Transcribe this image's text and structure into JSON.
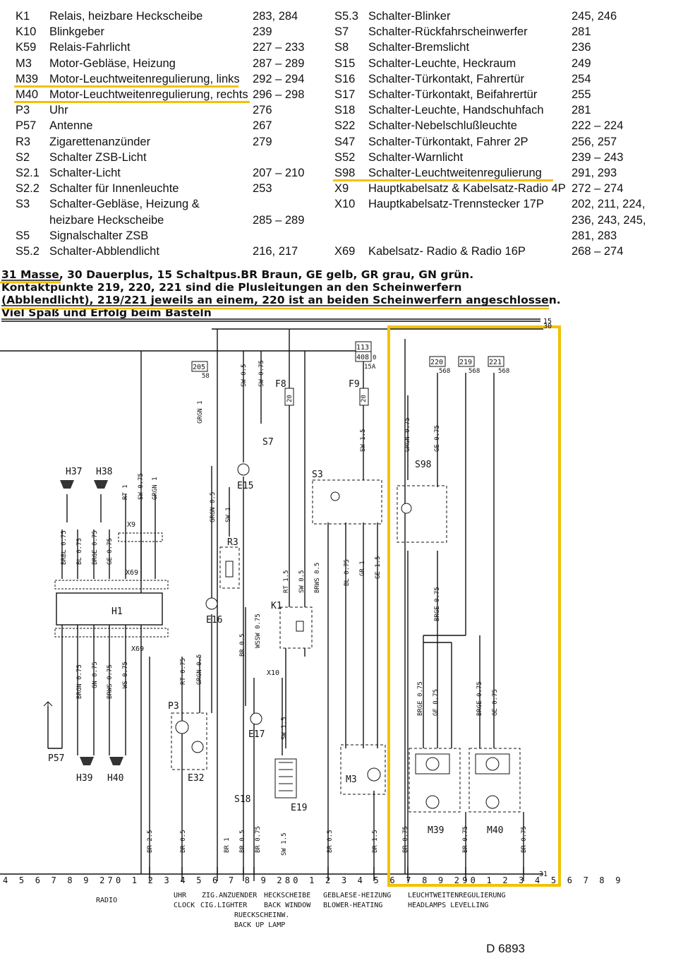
{
  "legend_left": [
    {
      "code": "K1",
      "name": "Relais, heizbare Heckscheibe",
      "value": "283, 284"
    },
    {
      "code": "K10",
      "name": "Blinkgeber",
      "value": "239"
    },
    {
      "code": "K59",
      "name": "Relais-Fahrlicht",
      "value": "227 – 233"
    },
    {
      "code": "M3",
      "name": "Motor-Gebläse, Heizung",
      "value": "287 – 289"
    },
    {
      "code": "M39",
      "name": "Motor-Leuchtweitenregulierung, links",
      "value": "292 – 294"
    },
    {
      "code": "M40",
      "name": "Motor-Leuchtweitenregulierung, rechts",
      "value": "296 – 298"
    },
    {
      "code": "P3",
      "name": "Uhr",
      "value": "276"
    },
    {
      "code": "P57",
      "name": "Antenne",
      "value": "267"
    },
    {
      "code": "R3",
      "name": "Zigarettenanzünder",
      "value": "279"
    },
    {
      "code": "S2",
      "name": "Schalter ZSB-Licht",
      "value": ""
    },
    {
      "code": "S2.1",
      "name": "Schalter-Licht",
      "value": "207 – 210"
    },
    {
      "code": "S2.2",
      "name": "Schalter für Innenleuchte",
      "value": "253"
    },
    {
      "code": "S3",
      "name": "Schalter-Gebläse, Heizung &",
      "value": ""
    },
    {
      "code": "",
      "name": "heizbare Heckscheibe",
      "value": "285 – 289"
    },
    {
      "code": "S5",
      "name": "Signalschalter ZSB",
      "value": ""
    },
    {
      "code": "S5.2",
      "name": "Schalter-Abblendlicht",
      "value": "216, 217"
    }
  ],
  "legend_right": [
    {
      "code": "S5.3",
      "name": "Schalter-Blinker",
      "value": "245, 246"
    },
    {
      "code": "S7",
      "name": "Schalter-Rückfahrscheinwerfer",
      "value": "281"
    },
    {
      "code": "S8",
      "name": "Schalter-Bremslicht",
      "value": "236"
    },
    {
      "code": "S15",
      "name": "Schalter-Leuchte, Heckraum",
      "value": "249"
    },
    {
      "code": "S16",
      "name": "Schalter-Türkontakt, Fahrertür",
      "value": "254"
    },
    {
      "code": "S17",
      "name": "Schalter-Türkontakt, Beifahrertür",
      "value": "255"
    },
    {
      "code": "S18",
      "name": "Schalter-Leuchte, Handschuhfach",
      "value": "281"
    },
    {
      "code": "S22",
      "name": "Schalter-Nebelschlußleuchte",
      "value": "222 – 224"
    },
    {
      "code": "S47",
      "name": "Schalter-Türkontakt, Fahrer 2P",
      "value": "256, 257"
    },
    {
      "code": "S52",
      "name": "Schalter-Warnlicht",
      "value": "239 – 243"
    },
    {
      "code": "S98",
      "name": "Schalter-Leuchtweitenregulierung",
      "value": "291, 293"
    },
    {
      "code": "X9",
      "name": "Hauptkabelsatz & Kabelsatz-Radio 4P",
      "value": "272 – 274"
    },
    {
      "code": "X10",
      "name": "Hauptkabelsatz-Trennstecker 17P",
      "value": "202, 211, 224,"
    },
    {
      "code": "",
      "name": "",
      "value": "236, 243, 245,"
    },
    {
      "code": "",
      "name": "",
      "value": "281, 283"
    },
    {
      "code": "X69",
      "name": "Kabelsatz- Radio & Radio 16P",
      "value": "268 – 274"
    }
  ],
  "notes": [
    "31 Masse, 30 Dauerplus, 15 Schaltpus.BR Braun, GE gelb, GR grau, GN grün.",
    "Kontaktpunkte 219, 220, 221 sind die Plusleitungen an den Scheinwerfern",
    "(Abblendlicht), 219/221 jeweils an einem, 220 ist an beiden Scheinwerfern angeschlossen.",
    "Viel Spaß und Erfolg beim Basteln"
  ],
  "highlight_color": "#f2c200",
  "rail_labels": {
    "r30": "30",
    "r15": "15",
    "r31": "31"
  },
  "components": {
    "H37": "H37",
    "H38": "H38",
    "H1": "H1",
    "H39": "H39",
    "H40": "H40",
    "P57": "P57",
    "P3": "P3",
    "E32": "E32",
    "E16": "E16",
    "R3": "R3",
    "E15": "E15",
    "S7": "S7",
    "E17": "E17",
    "S18": "S18",
    "E19": "E19",
    "K1": "K1",
    "S3": "S3",
    "M3": "M3",
    "S98": "S98",
    "M39": "M39",
    "M40": "M40",
    "F8": "F8",
    "F9": "F9",
    "X9": "X9",
    "X69a": "X69",
    "X69b": "X69",
    "X10": "X10"
  },
  "terminals": {
    "t205": "205",
    "t58a": "58",
    "t113": "113",
    "t408": "408",
    "t15A": "15A",
    "t0": "0",
    "t220": "220",
    "t219": "219",
    "t221": "221",
    "t568a": "568",
    "t568b": "568",
    "t568c": "568"
  },
  "wires": {
    "w_grgn1_top": "GRGN 1",
    "w_rt1": "RT 1",
    "w_sw075a": "SW 0.75",
    "w_grgn1": "GRGN 1",
    "w_sw05a": "SW 0.5",
    "w_sw075b": "SW 0.75",
    "w_f8_20": "20",
    "w_f9_20": "20",
    "w_sw15a": "SW 1.5",
    "w_grgn075": "GRGN 0.75",
    "w_ge075a": "GE 0.75",
    "w_brbl075": "BRBL 0.75",
    "w_bl075": "BL 0.75",
    "w_brge075a": "BRGE 0.75",
    "w_ge075b": "GE 0.75",
    "w_grgn05a": "GRGN 0.5",
    "w_sw1": "SW 1",
    "w_rt15": "RT 1.5",
    "w_sw05b": "SW 0.5",
    "w_brws05": "BRWS 0.5",
    "w_bl075b": "BL 0.75",
    "w_gr1": "GR 1",
    "w_ge15": "GE 1.5",
    "w_brge075b": "BRGE 0.75",
    "w_brgn075": "BRGN 0.75",
    "w_gn075": "GN 0.75",
    "w_brws075": "BRWS 0.75",
    "w_ws075": "WS 0.75",
    "w_rt075": "RT 0.75",
    "w_grgn05b": "GRGN 0.5",
    "w_br05a": "BR 0.5",
    "w_wssw075": "WSSW 0.75",
    "w_sw15b": "SW 1.5",
    "w_brge075c": "BRGE 0.75",
    "w_ge075c": "GE 0.75",
    "w_brge075d": "BRGE 0.75",
    "w_ge075d": "GE 0.75",
    "w_br25": "BR 2.5",
    "w_br05b": "BR 0.5",
    "w_br1": "BR 1",
    "w_br05c": "BR 0.5",
    "w_br075a": "BR 0.75",
    "w_sw15c": "SW 1.5",
    "w_br05d": "BR 0.5",
    "w_br15": "BR 1.5",
    "w_br075b": "BR 0.75",
    "w_br075c": "BR 0.75",
    "w_br075d": "BR 0.75"
  },
  "ruler": "4 5 6 7 8 9 270 1 2 3 4 5 6 7 8 9 280 1 2 3 4 5 6 7 8 9 290 1 2 3 4 5 6 7 8 9",
  "footer": {
    "radio": "RADIO",
    "uhr": "UHR",
    "clock": "CLOCK",
    "zig": "ZIG.ANZUENDER",
    "cig": "CIG.LIGHTER",
    "rueck": "RUECKSCHEINW.",
    "backup": "BACK UP LAMP",
    "heck": "HECKSCHEIBE",
    "backwin": "BACK WINDOW",
    "geblaese": "GEBLAESE-HEIZUNG",
    "blower": "BLOWER-HEATING",
    "lwr": "LEUCHTWEITENREGULIERUNG",
    "headlamps": "HEADLAMPS LEVELLING"
  },
  "doc_number": "D 6893"
}
